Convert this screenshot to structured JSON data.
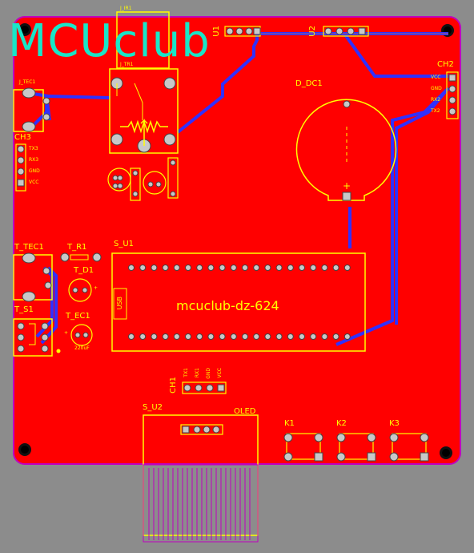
{
  "brand": "MCUclub",
  "components": {
    "j_ir1": "J_IR1",
    "j_tr1": "J_TR1",
    "j_tec1": "J_TEC1",
    "ch3": "CH3",
    "ch3_pins": [
      "TX3",
      "RX3",
      "GND",
      "VCC"
    ],
    "u1": "U1",
    "u2": "U2",
    "ch2": "CH2",
    "ch2_pins": [
      "VCC",
      "GND",
      "RX2",
      "TX2"
    ],
    "d_dc1": "D_DC1",
    "t_tec1": "T_TEC1",
    "t_r1": "T_R1",
    "t_d1": "T_D1",
    "t_s1": "T_S1",
    "t_ec1": "T_EC1",
    "cap_value": "220uF",
    "s_u1": "S_U1",
    "ic_name": "mcuclub-dz-624",
    "usb": "USB",
    "ch1": "CH1",
    "ch1_pins": [
      "TX1",
      "RX1",
      "GND",
      "VCC"
    ],
    "s_u2": "S_U2",
    "oled": "OLED",
    "k1": "K1",
    "k2": "K2",
    "k3": "K3",
    "plus": "+"
  },
  "colors": {
    "background": "#8c8c8c",
    "board": "#ff0000",
    "outline": "#c000c0",
    "silkscreen": "#ffff00",
    "trace": "#3030ff",
    "pad": "#c8c8c8",
    "brand": "#19e6c8"
  }
}
